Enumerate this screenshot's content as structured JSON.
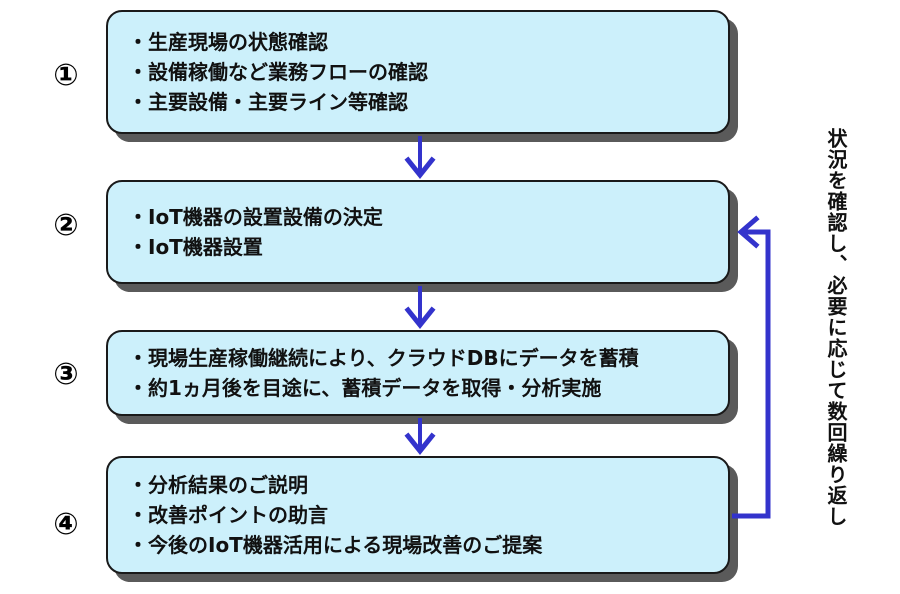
{
  "steps": [
    {
      "number": "①",
      "lines": [
        "・生産現場の状態確認",
        "・設備稼働など業務フローの確認",
        "・主要設備・主要ライン等確認"
      ]
    },
    {
      "number": "②",
      "lines": [
        "・IoT機器の設置設備の決定",
        "・IoT機器設置"
      ]
    },
    {
      "number": "③",
      "lines": [
        "・現場生産稼働継続により、クラウドDBにデータを蓄積",
        "・約1ヵ月後を目途に、蓄積データを取得・分析実施"
      ]
    },
    {
      "number": "④",
      "lines": [
        "・分析結果のご説明",
        "・改善ポイントの助言",
        "・今後のIoT機器活用による現場改善のご提案"
      ]
    }
  ],
  "loop_note": "状況を確認し、必要に応じて数回繰り返し",
  "colors": {
    "box_fill": "#ccf0fb",
    "box_border": "#1a1a1a",
    "shadow": "#5a5a5a",
    "arrow": "#3333cc"
  }
}
